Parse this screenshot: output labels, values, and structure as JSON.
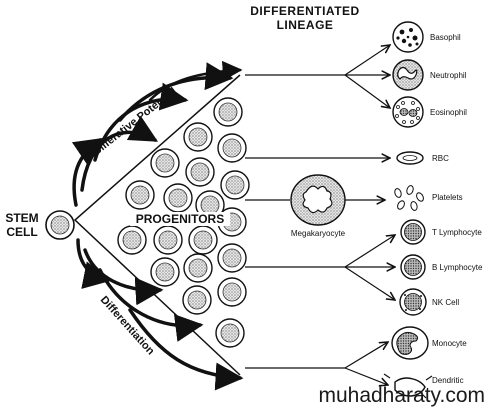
{
  "header": {
    "line1": "DIFFERENTIATED",
    "line2": "LINEAGE"
  },
  "stem_cell": {
    "line1": "STEM",
    "line2": "CELL"
  },
  "progenitors_label": "PROGENITORS",
  "axes": {
    "proliferative": "Proliferative Potential",
    "differentiation": "Differentiation"
  },
  "megakaryocyte_label": "Megakaryocyte",
  "lineage": {
    "basophil": "Basophil",
    "neutrophil": "Neutrophil",
    "eosinophil": "Eosinophil",
    "rbc": "RBC",
    "platelets": "Platelets",
    "t_lymphocyte": "T Lymphocyte",
    "b_lymphocyte": "B Lymphocyte",
    "nk_cell": "NK Cell",
    "monocyte": "Monocyte",
    "dendritic": "Dendritic"
  },
  "watermark": "muhadharaty.com"
}
